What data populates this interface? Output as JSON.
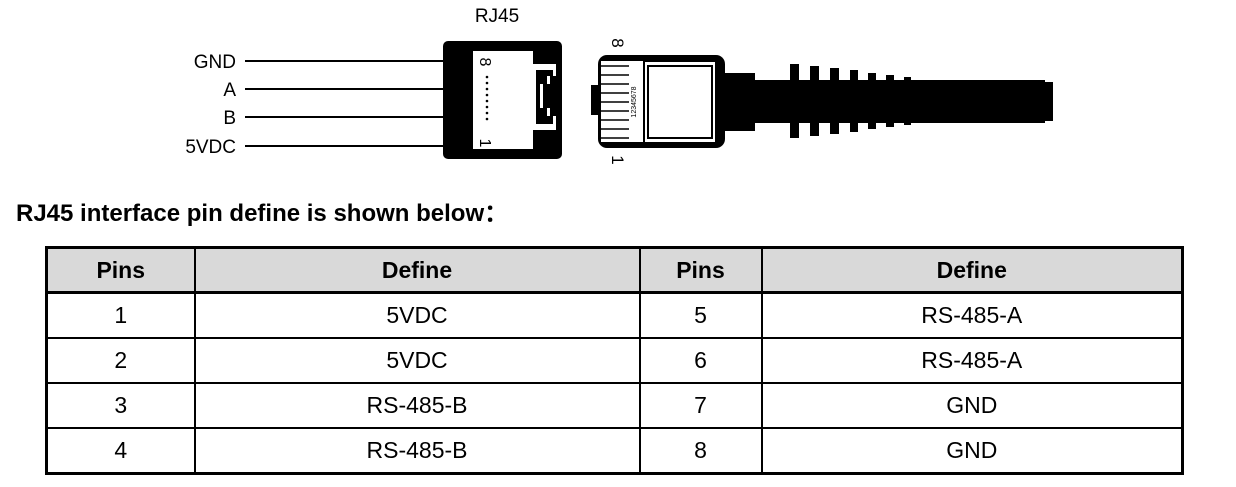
{
  "diagram": {
    "jack_title": "RJ45",
    "wire_labels": [
      "GND",
      "A",
      "B",
      "5VDC"
    ],
    "jack_pin_top": "8",
    "jack_pin_bottom": "1",
    "plug_pin_top": "8",
    "plug_pin_bottom": "1",
    "plug_contact_numbers": "12345678"
  },
  "heading": "RJ45 interface pin define is shown below：",
  "table": {
    "headers": [
      "Pins",
      "Define",
      "Pins",
      "Define"
    ],
    "rows": [
      [
        "1",
        "5VDC",
        "5",
        "RS-485-A"
      ],
      [
        "2",
        "5VDC",
        "6",
        "RS-485-A"
      ],
      [
        "3",
        "RS-485-B",
        "7",
        "GND"
      ],
      [
        "4",
        "RS-485-B",
        "8",
        "GND"
      ]
    ]
  }
}
